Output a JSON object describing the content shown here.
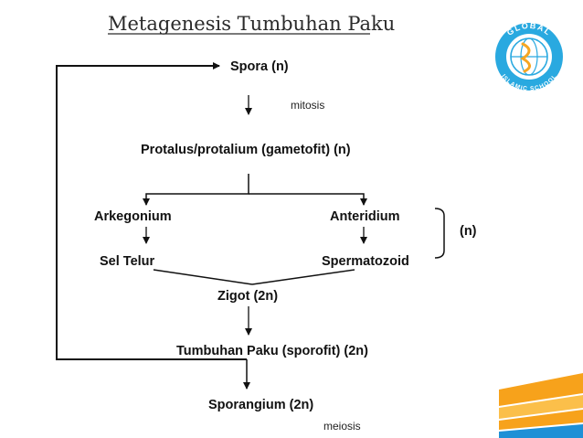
{
  "title": "Metagenesis Tumbuhan Paku",
  "nodes": {
    "spora": "Spora (n)",
    "protalus": "Protalus/protalium (gametofit)  (n)",
    "arkegonium": "Arkegonium",
    "anteridium": "Anteridium",
    "sel_telur": "Sel Telur",
    "spermatozoid": "Spermatozoid",
    "zigot": "Zigot (2n)",
    "tumbuhan_paku": "Tumbuhan Paku (sporofit) (2n)",
    "sporangium": "Sporangium (2n)"
  },
  "notes": {
    "mitosis": "mitosis",
    "meiosis": "meiosis",
    "haploid_group": "(n)"
  },
  "logo": {
    "top_text": "GLOBAL",
    "bottom_text": "ISLAMIC SCHOOL",
    "primary_color": "#29a9e0",
    "accent_color": "#f5a623"
  },
  "colors": {
    "text": "#111111",
    "lines": "#111111",
    "stripe_orange": "#f7a21b",
    "stripe_blue": "#1e90d6"
  }
}
